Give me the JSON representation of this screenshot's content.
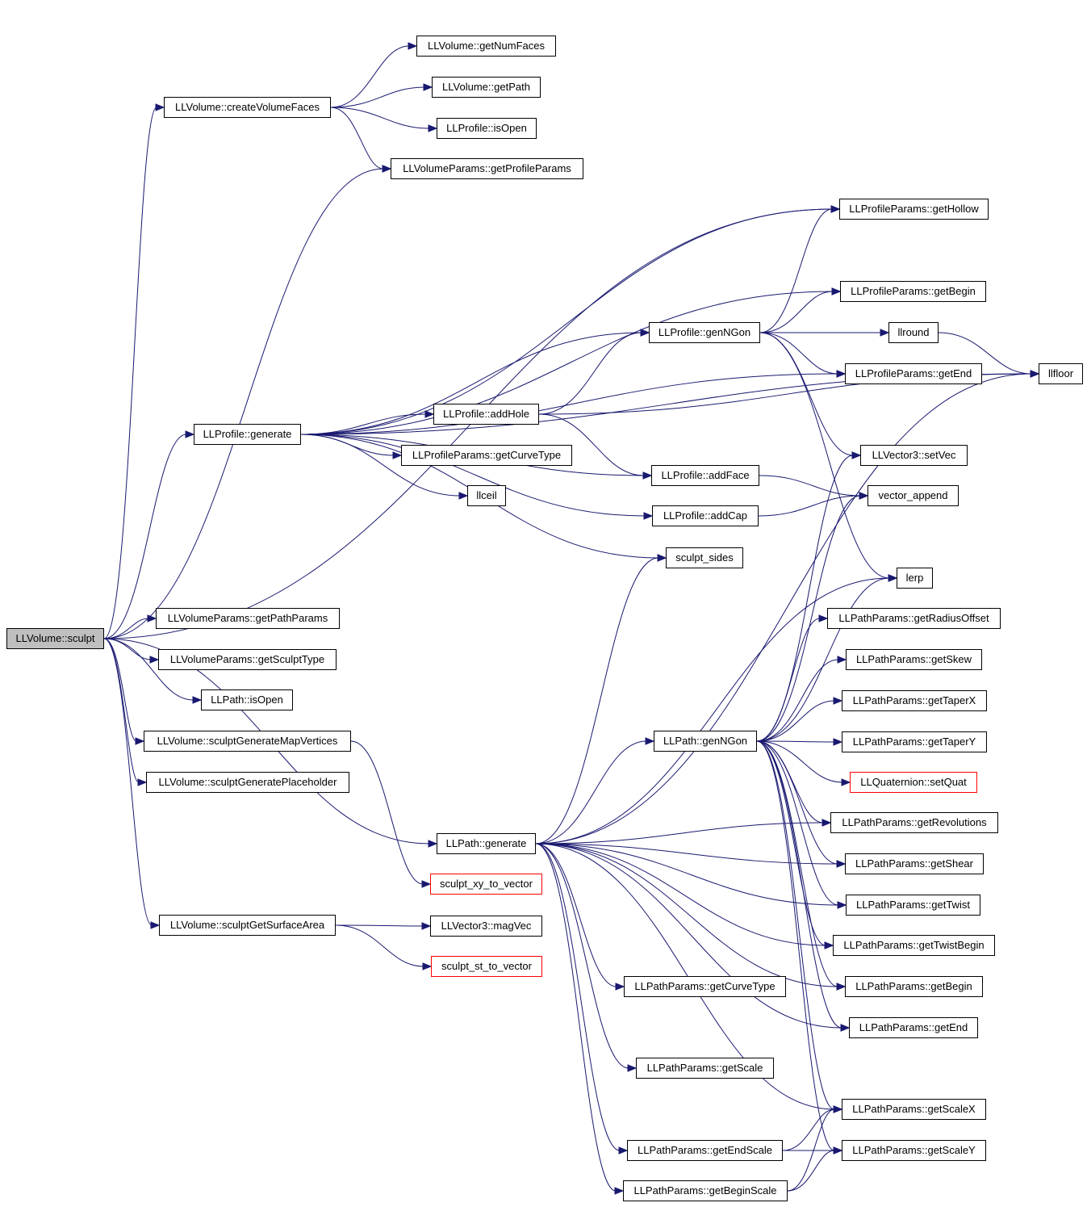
{
  "graph": {
    "nodes": [
      {
        "id": "sculpt",
        "label": "LLVolume::sculpt",
        "kind": "root"
      },
      {
        "id": "createVolumeFaces",
        "label": "LLVolume::createVolumeFaces"
      },
      {
        "id": "getNumFaces",
        "label": "LLVolume::getNumFaces"
      },
      {
        "id": "getPath",
        "label": "LLVolume::getPath"
      },
      {
        "id": "profIsOpen",
        "label": "LLProfile::isOpen"
      },
      {
        "id": "getProfileParams",
        "label": "LLVolumeParams::getProfileParams"
      },
      {
        "id": "getHollow",
        "label": "LLProfileParams::getHollow"
      },
      {
        "id": "ppGetBegin",
        "label": "LLProfileParams::getBegin"
      },
      {
        "id": "genNGonP",
        "label": "LLProfile::genNGon"
      },
      {
        "id": "llround",
        "label": "llround"
      },
      {
        "id": "llfloor",
        "label": "llfloor"
      },
      {
        "id": "ppGetEnd",
        "label": "LLProfileParams::getEnd"
      },
      {
        "id": "profGenerate",
        "label": "LLProfile::generate"
      },
      {
        "id": "addHole",
        "label": "LLProfile::addHole"
      },
      {
        "id": "ppGetCurveType",
        "label": "LLProfileParams::getCurveType"
      },
      {
        "id": "setVec",
        "label": "LLVector3::setVec"
      },
      {
        "id": "llceil",
        "label": "llceil"
      },
      {
        "id": "addFace",
        "label": "LLProfile::addFace"
      },
      {
        "id": "vectorAppend",
        "label": "vector_append"
      },
      {
        "id": "addCap",
        "label": "LLProfile::addCap"
      },
      {
        "id": "sculptSides",
        "label": "sculpt_sides"
      },
      {
        "id": "lerp",
        "label": "lerp"
      },
      {
        "id": "getPathParams",
        "label": "LLVolumeParams::getPathParams"
      },
      {
        "id": "getRadiusOffset",
        "label": "LLPathParams::getRadiusOffset"
      },
      {
        "id": "getSculptType",
        "label": "LLVolumeParams::getSculptType"
      },
      {
        "id": "getSkew",
        "label": "LLPathParams::getSkew"
      },
      {
        "id": "pathIsOpen",
        "label": "LLPath::isOpen"
      },
      {
        "id": "getTaperX",
        "label": "LLPathParams::getTaperX"
      },
      {
        "id": "mapVertices",
        "label": "LLVolume::sculptGenerateMapVertices"
      },
      {
        "id": "genNGonPath",
        "label": "LLPath::genNGon"
      },
      {
        "id": "getTaperY",
        "label": "LLPathParams::getTaperY"
      },
      {
        "id": "placeholder",
        "label": "LLVolume::sculptGeneratePlaceholder"
      },
      {
        "id": "setQuat",
        "label": "LLQuaternion::setQuat",
        "kind": "undoc"
      },
      {
        "id": "getRevolutions",
        "label": "LLPathParams::getRevolutions"
      },
      {
        "id": "pathGenerate",
        "label": "LLPath::generate"
      },
      {
        "id": "getShear",
        "label": "LLPathParams::getShear"
      },
      {
        "id": "xyToVector",
        "label": "sculpt_xy_to_vector",
        "kind": "undoc"
      },
      {
        "id": "getTwist",
        "label": "LLPathParams::getTwist"
      },
      {
        "id": "surfaceArea",
        "label": "LLVolume::sculptGetSurfaceArea"
      },
      {
        "id": "magVec",
        "label": "LLVector3::magVec"
      },
      {
        "id": "getTwistBegin",
        "label": "LLPathParams::getTwistBegin"
      },
      {
        "id": "stToVector",
        "label": "sculpt_st_to_vector",
        "kind": "undoc"
      },
      {
        "id": "pathGetCurveType",
        "label": "LLPathParams::getCurveType"
      },
      {
        "id": "pathGetBegin",
        "label": "LLPathParams::getBegin"
      },
      {
        "id": "pathGetEnd",
        "label": "LLPathParams::getEnd"
      },
      {
        "id": "getScale",
        "label": "LLPathParams::getScale"
      },
      {
        "id": "getScaleX",
        "label": "LLPathParams::getScaleX"
      },
      {
        "id": "getEndScale",
        "label": "LLPathParams::getEndScale"
      },
      {
        "id": "getScaleY",
        "label": "LLPathParams::getScaleY"
      },
      {
        "id": "getBeginScale",
        "label": "LLPathParams::getBeginScale"
      }
    ],
    "edges": [
      [
        "sculpt",
        "createVolumeFaces"
      ],
      [
        "sculpt",
        "getProfileParams"
      ],
      [
        "sculpt",
        "getHollow"
      ],
      [
        "sculpt",
        "profGenerate"
      ],
      [
        "sculpt",
        "getPathParams"
      ],
      [
        "sculpt",
        "getSculptType"
      ],
      [
        "sculpt",
        "pathIsOpen"
      ],
      [
        "sculpt",
        "mapVertices"
      ],
      [
        "sculpt",
        "placeholder"
      ],
      [
        "sculpt",
        "pathGenerate"
      ],
      [
        "sculpt",
        "surfaceArea"
      ],
      [
        "createVolumeFaces",
        "getNumFaces"
      ],
      [
        "createVolumeFaces",
        "getPath"
      ],
      [
        "createVolumeFaces",
        "profIsOpen"
      ],
      [
        "createVolumeFaces",
        "getProfileParams"
      ],
      [
        "profGenerate",
        "getHollow"
      ],
      [
        "profGenerate",
        "ppGetBegin"
      ],
      [
        "profGenerate",
        "genNGonP"
      ],
      [
        "profGenerate",
        "llfloor"
      ],
      [
        "profGenerate",
        "ppGetEnd"
      ],
      [
        "profGenerate",
        "addHole"
      ],
      [
        "profGenerate",
        "ppGetCurveType"
      ],
      [
        "profGenerate",
        "llceil"
      ],
      [
        "profGenerate",
        "addFace"
      ],
      [
        "profGenerate",
        "addCap"
      ],
      [
        "profGenerate",
        "sculptSides"
      ],
      [
        "genNGonP",
        "getHollow"
      ],
      [
        "genNGonP",
        "ppGetBegin"
      ],
      [
        "genNGonP",
        "llround"
      ],
      [
        "genNGonP",
        "ppGetEnd"
      ],
      [
        "genNGonP",
        "setVec"
      ],
      [
        "genNGonP",
        "lerp"
      ],
      [
        "llround",
        "llfloor"
      ],
      [
        "addHole",
        "genNGonP"
      ],
      [
        "addHole",
        "llfloor"
      ],
      [
        "addHole",
        "addFace"
      ],
      [
        "addFace",
        "vectorAppend"
      ],
      [
        "addCap",
        "vectorAppend"
      ],
      [
        "mapVertices",
        "xyToVector"
      ],
      [
        "surfaceArea",
        "magVec"
      ],
      [
        "surfaceArea",
        "stToVector"
      ],
      [
        "pathGenerate",
        "sculptSides"
      ],
      [
        "pathGenerate",
        "llfloor"
      ],
      [
        "pathGenerate",
        "lerp"
      ],
      [
        "pathGenerate",
        "genNGonPath"
      ],
      [
        "pathGenerate",
        "getRevolutions"
      ],
      [
        "pathGenerate",
        "getShear"
      ],
      [
        "pathGenerate",
        "getTwist"
      ],
      [
        "pathGenerate",
        "getTwistBegin"
      ],
      [
        "pathGenerate",
        "pathGetCurveType"
      ],
      [
        "pathGenerate",
        "pathGetBegin"
      ],
      [
        "pathGenerate",
        "pathGetEnd"
      ],
      [
        "pathGenerate",
        "getScale"
      ],
      [
        "pathGenerate",
        "getScaleX"
      ],
      [
        "pathGenerate",
        "getEndScale"
      ],
      [
        "pathGenerate",
        "getBeginScale"
      ],
      [
        "genNGonPath",
        "setVec"
      ],
      [
        "genNGonPath",
        "vectorAppend"
      ],
      [
        "genNGonPath",
        "lerp"
      ],
      [
        "genNGonPath",
        "getRadiusOffset"
      ],
      [
        "genNGonPath",
        "getSkew"
      ],
      [
        "genNGonPath",
        "getTaperX"
      ],
      [
        "genNGonPath",
        "getTaperY"
      ],
      [
        "genNGonPath",
        "setQuat"
      ],
      [
        "genNGonPath",
        "getRevolutions"
      ],
      [
        "genNGonPath",
        "getShear"
      ],
      [
        "genNGonPath",
        "getTwist"
      ],
      [
        "genNGonPath",
        "getTwistBegin"
      ],
      [
        "genNGonPath",
        "pathGetBegin"
      ],
      [
        "genNGonPath",
        "pathGetEnd"
      ],
      [
        "genNGonPath",
        "getScaleX"
      ],
      [
        "genNGonPath",
        "getScaleY"
      ],
      [
        "getEndScale",
        "getScaleX"
      ],
      [
        "getEndScale",
        "getScaleY"
      ],
      [
        "getBeginScale",
        "getScaleX"
      ],
      [
        "getBeginScale",
        "getScaleY"
      ]
    ]
  },
  "colors": {
    "edge": "#191970",
    "root_fill": "#bfbfbf",
    "node_border": "#000000",
    "undocumented_border": "#ff0000"
  }
}
